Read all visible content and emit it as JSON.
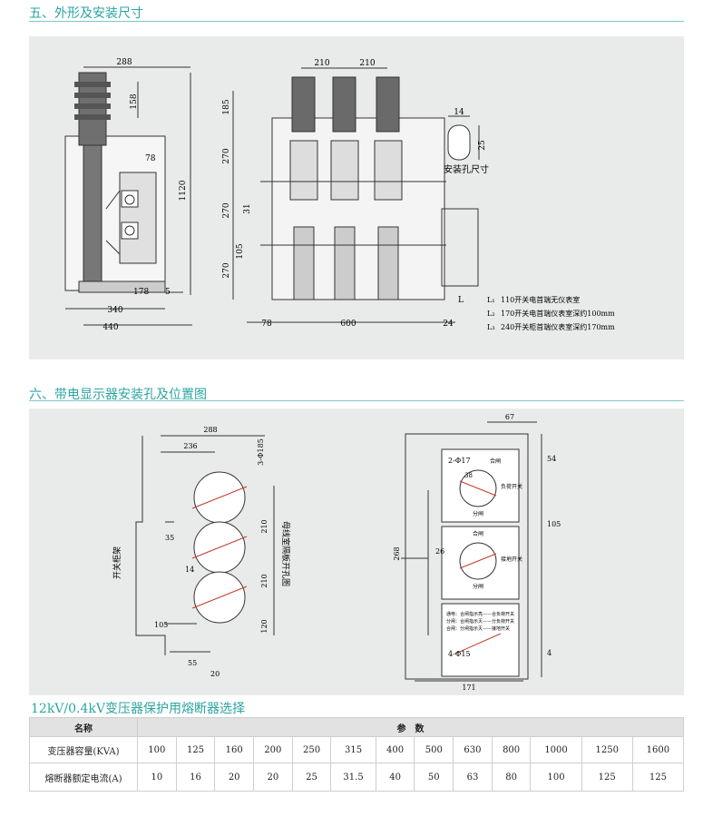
{
  "section5": {
    "title": "五、外形及安装尺寸"
  },
  "section6": {
    "title": "六、带电显示器安装孔及位置图"
  },
  "drawing1": {
    "side_dims": [
      "288",
      "158",
      "78",
      "1120",
      "178",
      "5",
      "340",
      "440"
    ],
    "front_dims": [
      "210",
      "210",
      "185",
      "270",
      "270",
      "31",
      "105",
      "270",
      "78",
      "600",
      "24",
      "L"
    ],
    "hole_dims": [
      "14",
      "25"
    ],
    "hole_label": "安装孔尺寸",
    "notes": [
      {
        "key": "L₁",
        "text": "110开关电首端无仪表室"
      },
      {
        "key": "L₂",
        "text": "170开关电首端仪表室深约100mm"
      },
      {
        "key": "L₃",
        "text": "240开关柜首端仪表室深约170mm"
      }
    ]
  },
  "drawing2": {
    "left_dims": [
      "288",
      "236",
      "3-Φ185",
      "210",
      "210",
      "120",
      "35",
      "14",
      "105",
      "55",
      "20"
    ],
    "left_vlabel1": "开关柜架",
    "left_vlabel2": "母线室隔板开孔图",
    "right_dims": [
      "67",
      "54",
      "105",
      "268",
      "26",
      "171",
      "4"
    ],
    "hole_labels": [
      "2-Φ17",
      "38",
      "4-Φ15"
    ],
    "switch_labels": [
      "合闸",
      "负荷开关",
      "分闸",
      "合闸",
      "接地开关",
      "分闸"
    ],
    "legend_lines": [
      "通电：合闸指示亮——合负荷开关",
      "分闸：合闸指示灭——分负荷开关",
      "合闸：分闸指示灭——接地开关"
    ]
  },
  "fuse_table": {
    "title": "12kV/0.4kV变压器保护用熔断器选择",
    "header_name": "名称",
    "header_params": "参　数",
    "rows": [
      {
        "label": "变压器容量(KVA)",
        "values": [
          "100",
          "125",
          "160",
          "200",
          "250",
          "315",
          "400",
          "500",
          "630",
          "800",
          "1000",
          "1250",
          "1600"
        ]
      },
      {
        "label": "熔断器额定电流(A)",
        "values": [
          "10",
          "16",
          "20",
          "20",
          "25",
          "31.5",
          "40",
          "50",
          "63",
          "80",
          "100",
          "125",
          "125"
        ]
      }
    ]
  },
  "colors": {
    "accent": "#2aa5a0",
    "panel": "#e9ebea",
    "line": "#333333",
    "red": "#c0392b"
  }
}
